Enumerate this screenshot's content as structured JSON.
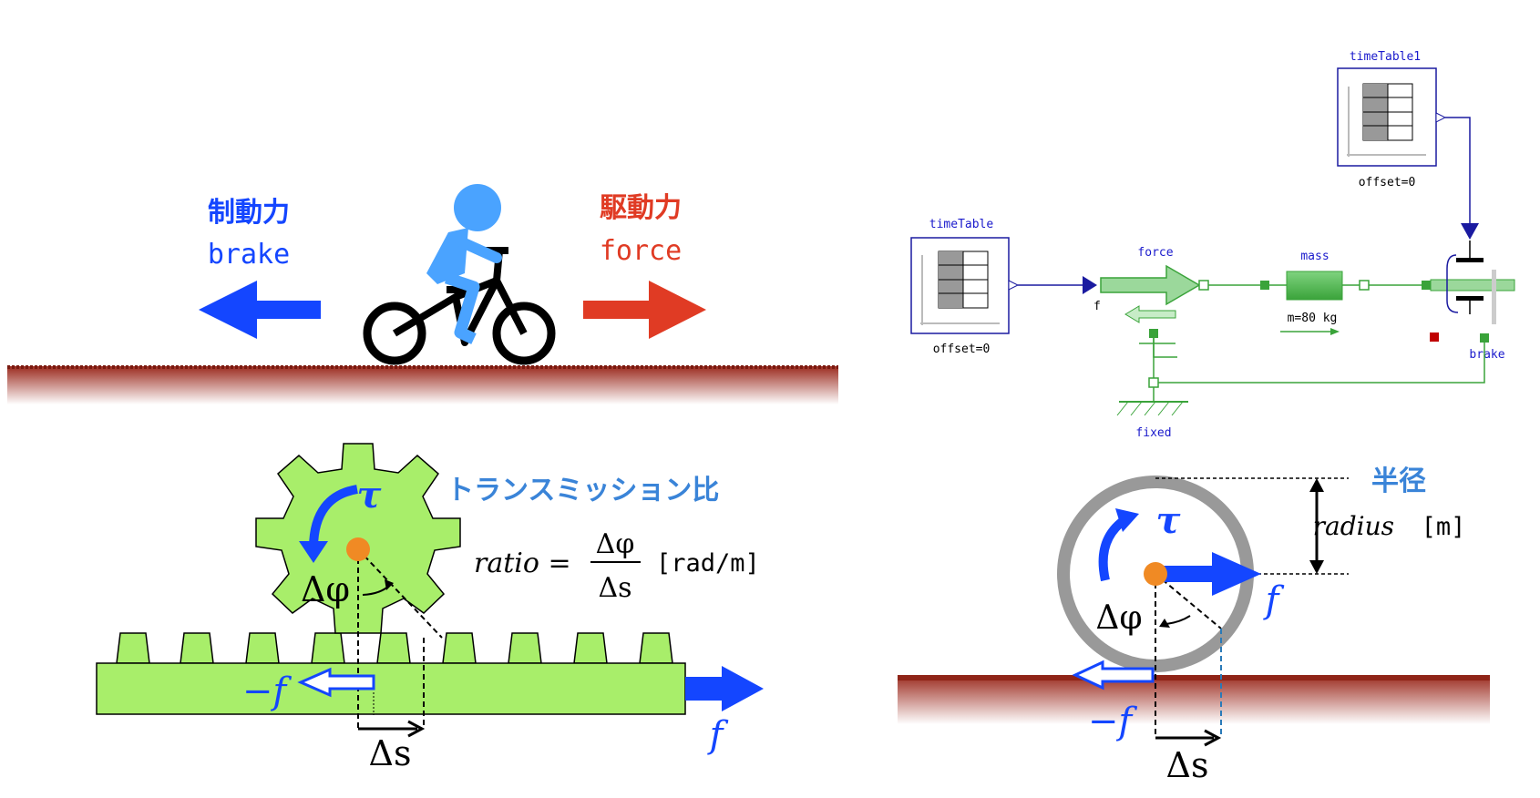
{
  "bike_scene": {
    "brake_label_jp": "制動力",
    "brake_label_en": "brake",
    "drive_label_jp": "駆動力",
    "drive_label_en": "force"
  },
  "gear_scene": {
    "tau": "τ",
    "title": "トランスミッション比",
    "ratio_lhs": "ratio =",
    "ratio_num": "Δφ",
    "ratio_den": "Δs",
    "ratio_unit": "[rad/m]",
    "dphi": "Δφ",
    "neg_f": "−f",
    "f": "f",
    "ds": "Δs"
  },
  "wheel_scene": {
    "tau": "τ",
    "radius_jp": "半径",
    "radius_en": "radius",
    "radius_unit": "[m]",
    "dphi": "Δφ",
    "f": "f",
    "neg_f": "−f",
    "ds": "Δs"
  },
  "model_diagram": {
    "timetable": "timeTable",
    "timetable_offset": "offset=0",
    "timetable1": "timeTable1",
    "timetable1_offset": "offset=0",
    "force": "force",
    "f_port": "f",
    "mass": "mass",
    "mass_param": "m=80 kg",
    "brake": "brake",
    "fixed": "fixed"
  },
  "colors": {
    "blue": "#1446ff",
    "red": "#e03b24",
    "ground": "#a83a2c",
    "gear_green": "#a8ee6a",
    "modelica_green": "#3aa33a",
    "orange": "#f08a24",
    "gray_ring": "#999999"
  }
}
